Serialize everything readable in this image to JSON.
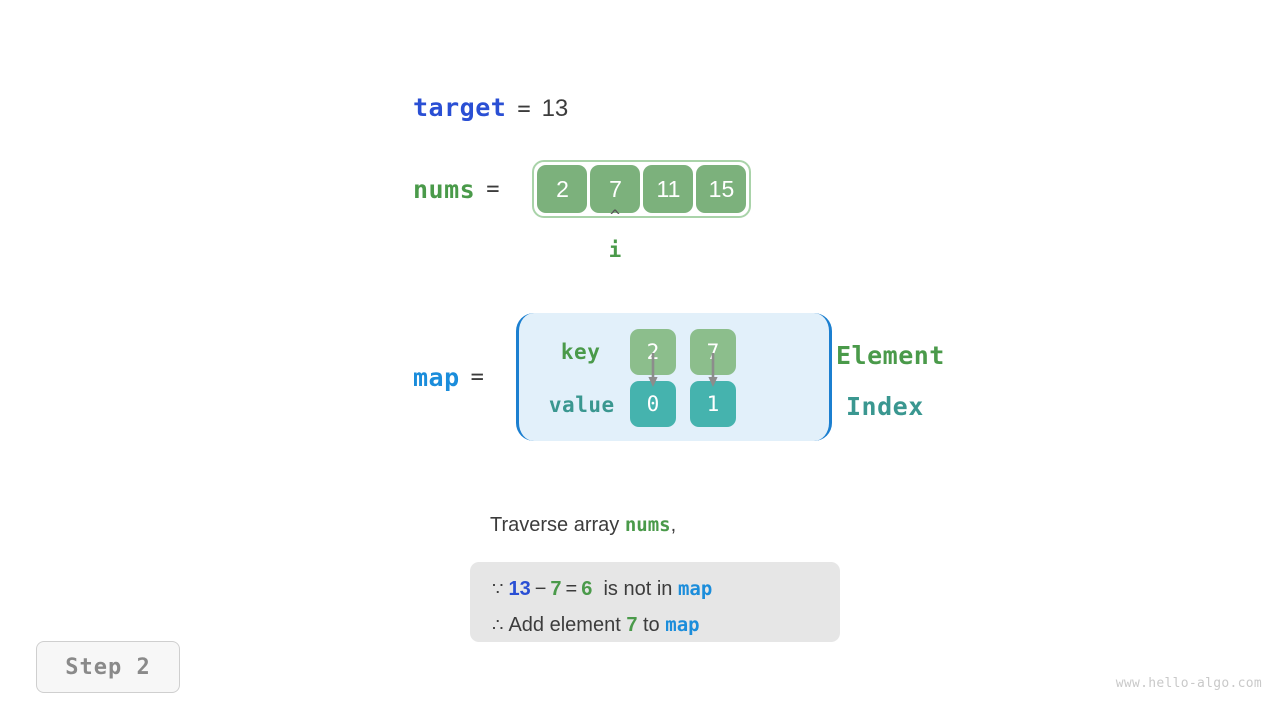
{
  "target": {
    "label": "target",
    "equals": "=",
    "value": "13"
  },
  "nums": {
    "label": "nums",
    "equals": "=",
    "cells": [
      "2",
      "7",
      "11",
      "15"
    ]
  },
  "pointer": {
    "caret": "^",
    "label": "i",
    "index": 1
  },
  "map": {
    "label": "map",
    "equals": "=",
    "key_label": "key",
    "value_label": "value",
    "keys": [
      "2",
      "7"
    ],
    "values": [
      "0",
      "1"
    ],
    "side_labels": {
      "element": "Element",
      "index": "Index"
    }
  },
  "explanation": {
    "lead_prefix": "Traverse array ",
    "lead_var": "nums",
    "lead_suffix": ",",
    "line1": {
      "symbol": "∵",
      "a": "13",
      "op1": "−",
      "b": "7",
      "op2": "=",
      "c": "6",
      "text": "is not in",
      "ref": "map"
    },
    "line2": {
      "symbol": "∴",
      "text_before": "Add element",
      "value": "7",
      "text_middle": "to",
      "ref": "map"
    }
  },
  "step_badge": {
    "label": "Step 2"
  },
  "watermark": {
    "text": "www.hello-algo.com"
  },
  "colors": {
    "var_blue": "#2a4fd4",
    "var_light_blue": "#1b8ddb",
    "var_green": "#4a9a4a",
    "var_teal": "#3a9790",
    "array_cell": "#7cb17c",
    "map_key_cell": "#8cbe8c",
    "map_value_cell": "#45b3ae",
    "map_bg": "#e2f0fa",
    "map_border": "#1b7fd0",
    "reason_bg": "#e6e6e6",
    "text_dark": "#3c3c3c"
  }
}
